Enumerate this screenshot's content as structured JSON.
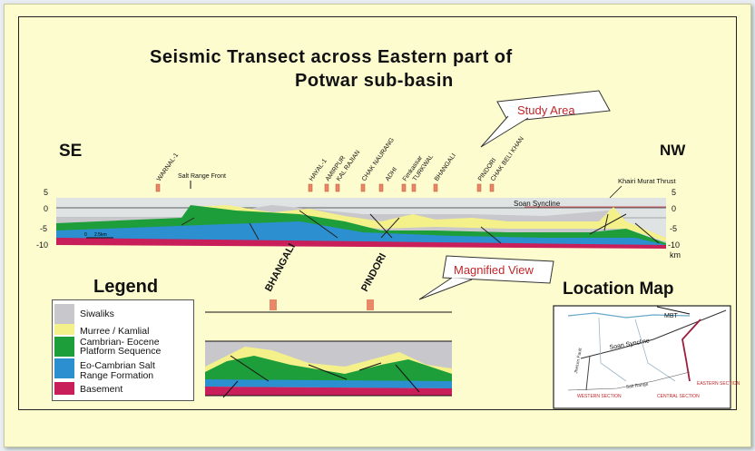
{
  "title": {
    "line1": "Seismic Transect across Eastern part of",
    "line2": "Potwar sub-basin"
  },
  "callouts": {
    "study_area": "Study Area",
    "magnified_view": "Magnified View"
  },
  "orientation": {
    "left": "SE",
    "right": "NW"
  },
  "depth_scale": {
    "ticks": [
      "5",
      "0",
      "-5",
      "-10"
    ],
    "unit": "km"
  },
  "scale_bar": {
    "label1": "0",
    "label2": "2.5km"
  },
  "wells": [
    "WARNAL-1",
    "HAYAL-1",
    "AMIRPUR",
    "KAL RAJIAN",
    "CHAK NAURANG",
    "ADHI",
    "Fimkassar",
    "TURKWAL",
    "BHANGALI",
    "PINDORI",
    "CHAK BELI KHAN"
  ],
  "structures": {
    "salt_range_front": "Salt Range Front",
    "khairi_murat_thrust": "Khairi Murat Thrust",
    "soan_syncline": "Soan Syncline"
  },
  "magnified_wells": [
    "BHANGALI",
    "PINDORI"
  ],
  "legend": {
    "title": "Legend",
    "items": [
      {
        "label": "Siwaliks",
        "color": "#c8c8cc"
      },
      {
        "label": "Murree / Kamlial",
        "color": "#f4f08a"
      },
      {
        "label": "Cambrian- Eocene Platform Sequence",
        "label_line1": "Cambrian- Eocene",
        "label_line2": "Platform Sequence",
        "color": "#1e9e3a"
      },
      {
        "label": "Eo-Cambrian Salt Range Formation",
        "label_line1": "Eo-Cambrian Salt",
        "label_line2": "Range Formation",
        "color": "#2b8fd0"
      },
      {
        "label": "Basement",
        "color": "#c81e5a"
      }
    ]
  },
  "location_map": {
    "title": "Location Map",
    "labels": {
      "mbt": "MBT",
      "soan_syncline": "Soan Syncline",
      "jhelum_fault": "Jhelum Fault",
      "salt_range": "Salt Range",
      "western": "WESTERN SECTION",
      "central": "CENTRAL SECTION",
      "eastern": "EASTERN SECTION"
    }
  }
}
